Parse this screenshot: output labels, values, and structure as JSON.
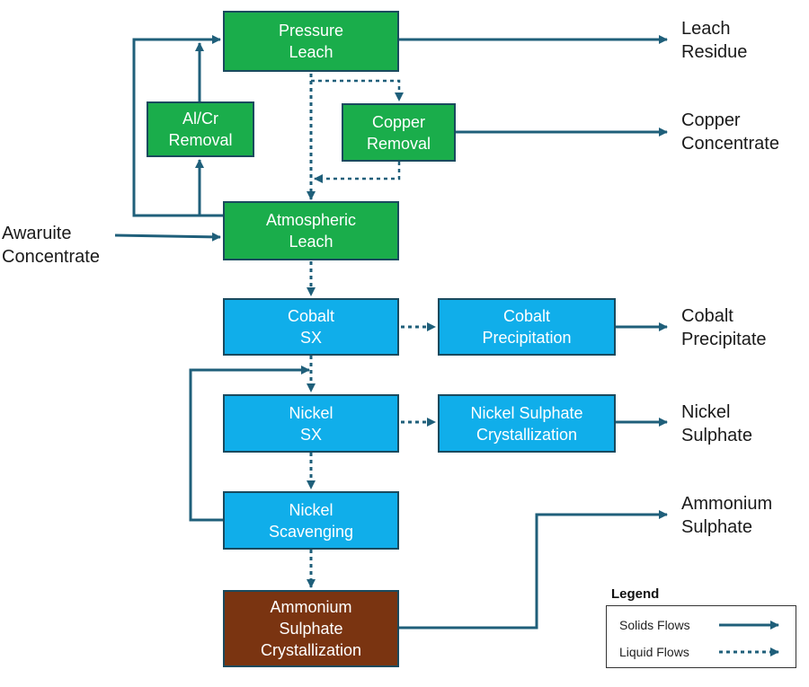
{
  "colors": {
    "line": "#1f5f7a",
    "green_box": "#1aad4b",
    "blue_box": "#10aeea",
    "brown_box": "#7a3411",
    "box_border": "#1a4a5e"
  },
  "boxes": {
    "pressure_leach": [
      "Pressure",
      "Leach"
    ],
    "alcr_removal": [
      "Al/Cr",
      "Removal"
    ],
    "copper_removal": [
      "Copper",
      "Removal"
    ],
    "atmospheric_leach": [
      "Atmospheric",
      "Leach"
    ],
    "cobalt_sx": [
      "Cobalt",
      "SX"
    ],
    "cobalt_precipitation": [
      "Cobalt",
      "Precipitation"
    ],
    "nickel_sx": [
      "Nickel",
      "SX"
    ],
    "nickel_sulphate_crystallization": [
      "Nickel Sulphate",
      "Crystallization"
    ],
    "nickel_scavenging": [
      "Nickel",
      "Scavenging"
    ],
    "ammonium_sulphate_crystallization": [
      "Ammonium",
      "Sulphate",
      "Crystallization"
    ]
  },
  "outputs": {
    "leach_residue": [
      "Leach",
      "Residue"
    ],
    "copper_concentrate": [
      "Copper",
      "Concentrate"
    ],
    "cobalt_precipitate": [
      "Cobalt",
      "Precipitate"
    ],
    "nickel_sulphate": [
      "Nickel",
      "Sulphate"
    ],
    "ammonium_sulphate": [
      "Ammonium",
      "Sulphate"
    ]
  },
  "inputs": {
    "awaruite_concentrate": [
      "Awaruite",
      "Concentrate"
    ]
  },
  "legend": {
    "title": "Legend",
    "solids": "Solids Flows",
    "liquid": "Liquid Flows"
  }
}
